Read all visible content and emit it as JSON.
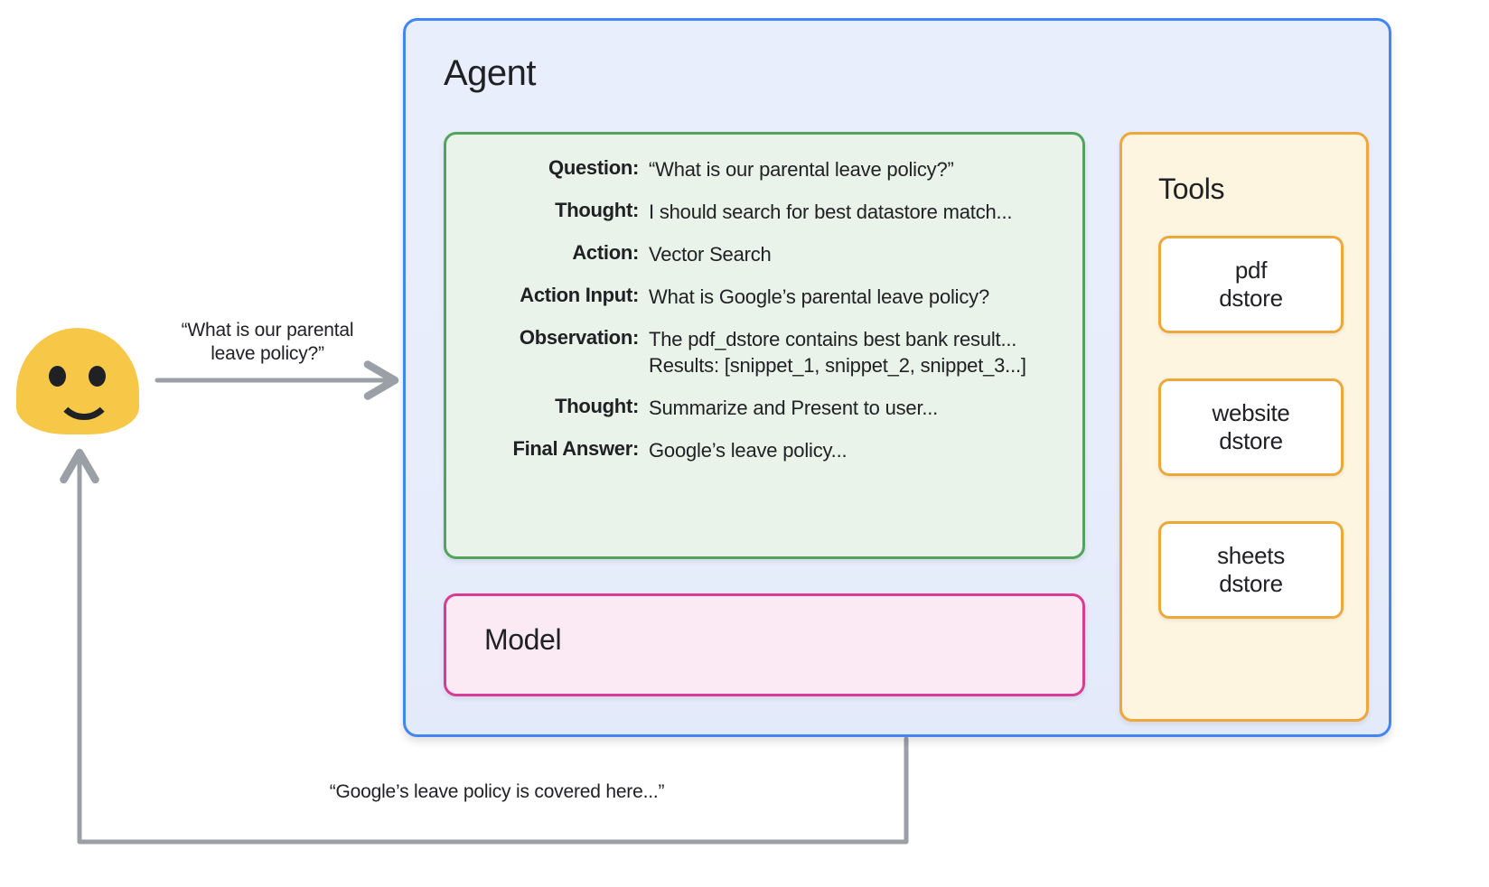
{
  "user": {
    "avatar_name": "user-avatar",
    "question_label": "“What is our parental\nleave policy?”",
    "answer_label": "“Google’s leave policy is covered here...”"
  },
  "agent": {
    "title": "Agent",
    "trace": {
      "rows": [
        {
          "key": "Question:",
          "value": "“What is our parental leave policy?”"
        },
        {
          "key": "Thought:",
          "value": "I should search for best datastore match..."
        },
        {
          "key": "Action:",
          "value": "Vector Search"
        },
        {
          "key": "Action Input:",
          "value": "What is Google’s parental leave policy?"
        },
        {
          "key": "Observation:",
          "value": "The pdf_dstore contains best bank result...\nResults: [snippet_1, snippet_2, snippet_3...]"
        },
        {
          "key": "Thought:",
          "value": "Summarize and Present to user..."
        },
        {
          "key": "Final Answer:",
          "value": "Google’s leave policy..."
        }
      ]
    },
    "model": {
      "title": "Model"
    },
    "tools": {
      "title": "Tools",
      "items": [
        {
          "label": "pdf\ndstore"
        },
        {
          "label": "website\ndstore"
        },
        {
          "label": "sheets\ndstore"
        }
      ]
    }
  },
  "colors": {
    "agent_border": "#4285f4",
    "agent_fill": "#e8eefc",
    "trace_border": "#52a45c",
    "trace_fill": "#e9f3e9",
    "model_border": "#d93c92",
    "model_fill": "#fbeaf3",
    "tools_border": "#eea73a",
    "tools_fill": "#fdf5e0",
    "avatar": "#f7c847",
    "arrow": "#9aa0a6"
  }
}
